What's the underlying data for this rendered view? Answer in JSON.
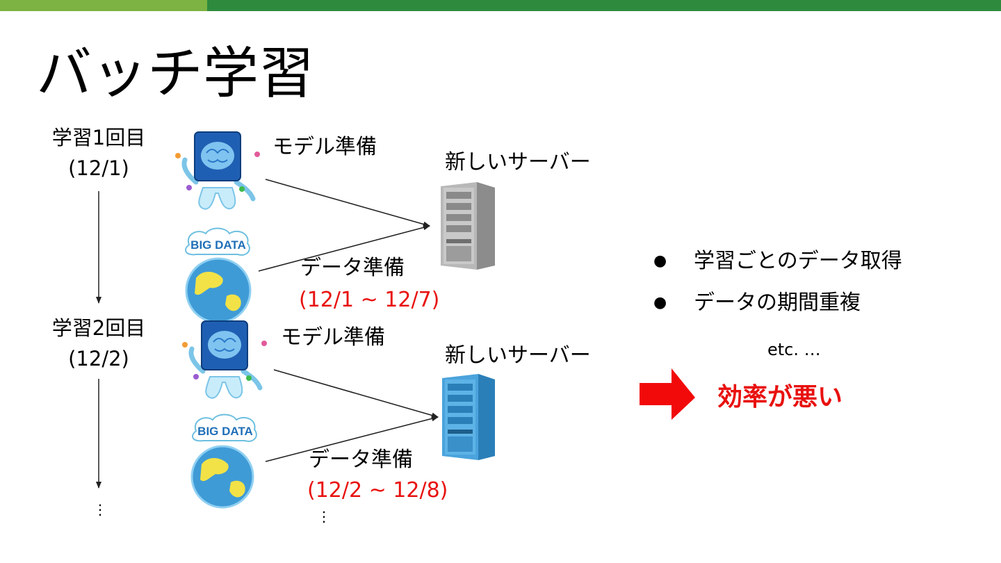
{
  "title": "バッチ学習",
  "rounds": [
    {
      "label": "学習1回目",
      "date": "(12/1)",
      "model_label": "モデル準備",
      "data_label": "データ準備",
      "data_range": "(12/1 ~ 12/7)",
      "server_label": "新しいサーバー",
      "big_data_text": "BIG DATA"
    },
    {
      "label": "学習2回目",
      "date": "(12/2)",
      "model_label": "モデル準備",
      "data_label": "データ準備",
      "data_range": "(12/2 ~ 12/8)",
      "server_label": "新しいサーバー",
      "big_data_text": "BIG DATA"
    }
  ],
  "ellipsis": "⋮",
  "bullets": [
    "学習ごとのデータ取得",
    "データの期間重複"
  ],
  "etc": "etc. …",
  "conclusion": "効率が悪い",
  "colors": {
    "accent_green": "#2e8b3e",
    "accent_light_green": "#7cb342",
    "highlight_red": "#e8110f",
    "server_gray": "#9e9e9e",
    "server_blue": "#3f9bd6"
  }
}
